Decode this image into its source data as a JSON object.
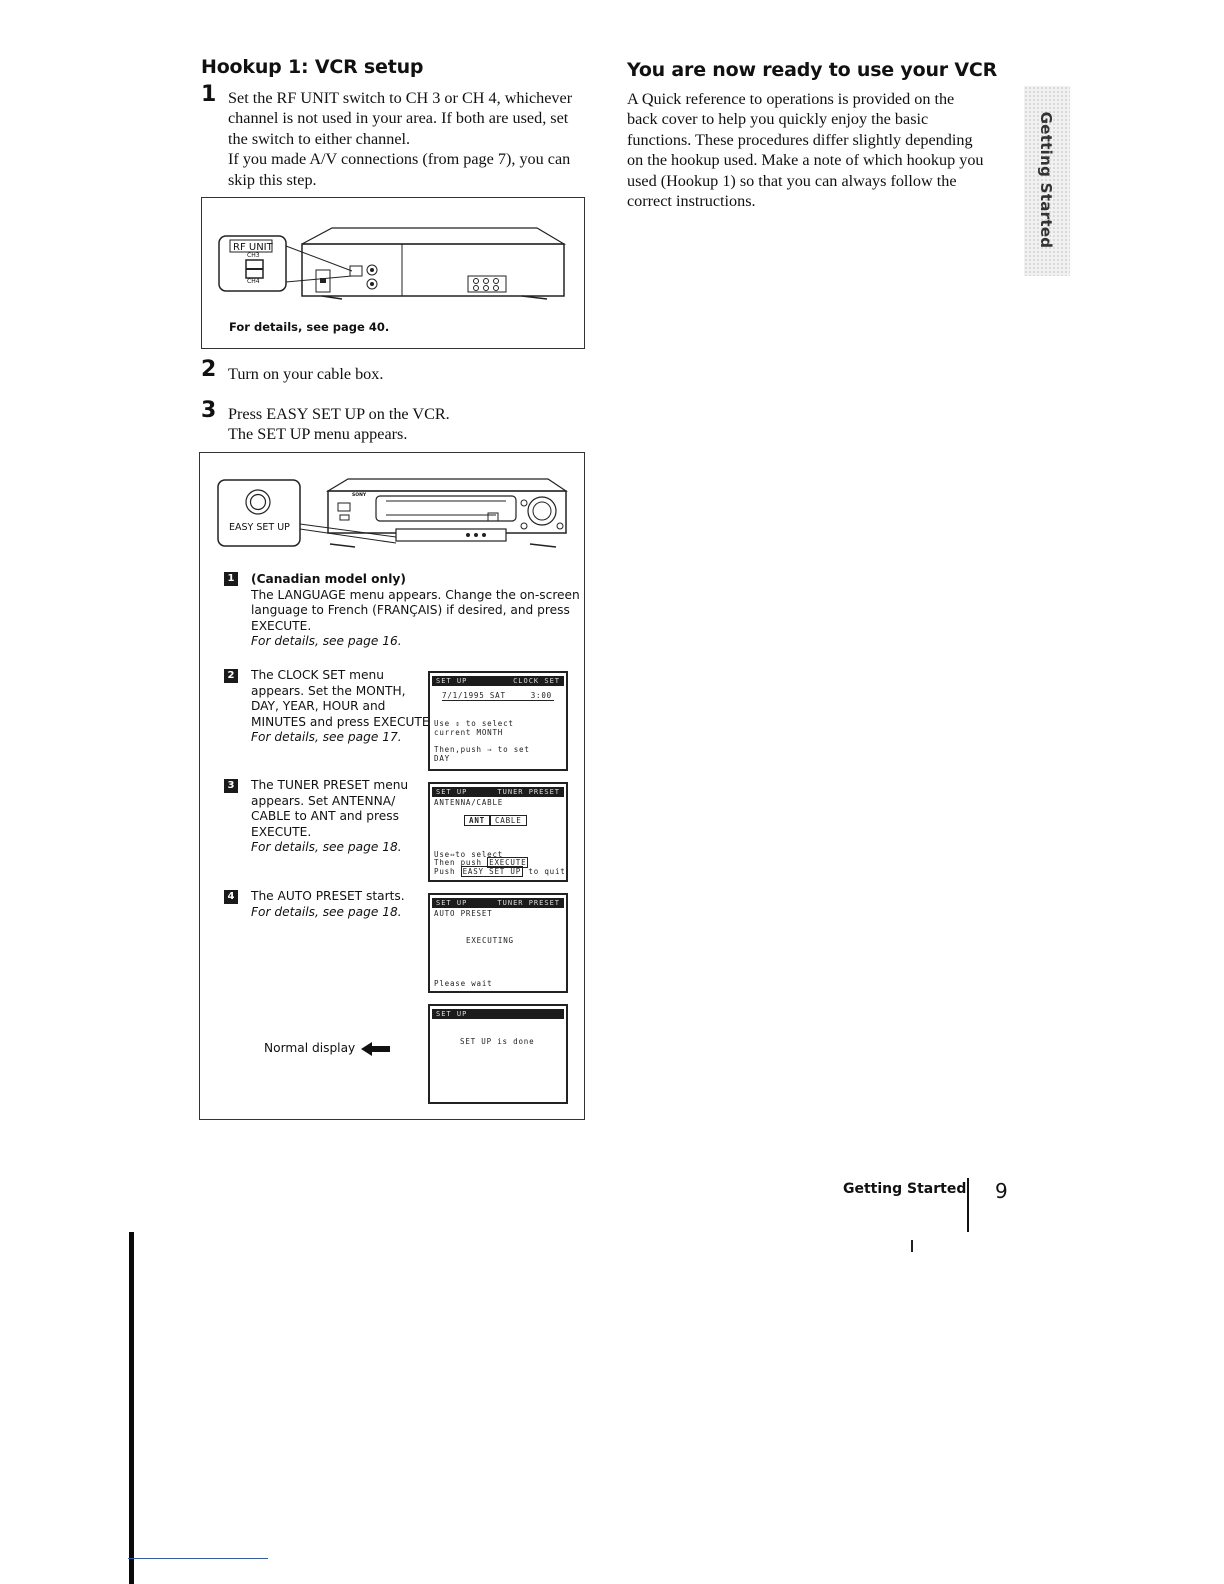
{
  "left_column": {
    "heading": "Hookup 1: VCR setup",
    "step1": {
      "number": "1",
      "lines": [
        "Set the RF UNIT switch to CH 3 or CH 4, whichever",
        "channel is not used in your area. If both are used, set",
        "the switch to either channel.",
        "If you made A/V connections (from page 7), you can",
        "skip this step."
      ],
      "figure": {
        "rf_unit_label": "RF UNIT",
        "ch3_label": "CH3",
        "ch4_label": "CH4",
        "caption": "For details, see page 40."
      }
    },
    "step2": {
      "number": "2",
      "text": "Turn on your cable box."
    },
    "step3": {
      "number": "3",
      "line1": "Press EASY SET UP on the VCR.",
      "line2": "The SET UP menu appears.",
      "figure": {
        "button_label": "EASY SET UP",
        "brand": "SONY",
        "substeps": [
          {
            "num": "1",
            "lines": [
              "(Canadian model only)",
              "The LANGUAGE menu appears. Change the on-screen",
              "language to French (FRANÇAIS) if desired, and press",
              "EXECUTE."
            ],
            "details": "For details, see page 16."
          },
          {
            "num": "2",
            "lines": [
              "The CLOCK SET menu",
              "appears. Set the MONTH,",
              "DAY, YEAR, HOUR and",
              "MINUTES and press EXECUTE."
            ],
            "details": "For details, see page 17."
          },
          {
            "num": "3",
            "lines": [
              "The TUNER PRESET menu",
              "appears. Set ANTENNA/",
              "CABLE to ANT and press",
              "EXECUTE."
            ],
            "details": "For details, see page 18."
          },
          {
            "num": "4",
            "lines": [
              "The AUTO PRESET starts."
            ],
            "details": "For details, see page 18."
          }
        ],
        "normal_display": "Normal display",
        "screens": {
          "clock": {
            "bar_left": "SET UP",
            "bar_right": "CLOCK SET",
            "date": "7/1/1995 SAT",
            "time": "3:00",
            "l1": "Use ⇕ to select",
            "l2": "current MONTH",
            "l3": "Then,push ⇒ to set",
            "l4": "DAY"
          },
          "tuner": {
            "bar_left": "SET UP",
            "bar_right": "TUNER PRESET",
            "heading": "ANTENNA/CABLE",
            "opt1": "ANT",
            "opt2": "CABLE",
            "l1": "Use⇔to select",
            "l2a": "Then push",
            "l2b": "EXECUTE",
            "l3a": "Push",
            "l3b": "EASY SET UP",
            "l3c": "to quit"
          },
          "auto": {
            "bar_left": "SET UP",
            "bar_right": "TUNER PRESET",
            "heading": "AUTO PRESET",
            "status": "EXECUTING",
            "footer": "Please wait"
          },
          "done": {
            "bar_left": "SET UP",
            "message": "SET UP is done"
          }
        }
      }
    }
  },
  "right_column": {
    "heading": "You are now ready to use your VCR",
    "lines": [
      "A Quick reference to operations is provided on the",
      "back cover to help you quickly enjoy the basic",
      "functions. These procedures differ slightly depending",
      "on the hookup used. Make a note of which hookup you",
      "used (Hookup 1) so that you can always follow the",
      "correct instructions."
    ]
  },
  "side_tab": {
    "text": "Getting Started"
  },
  "footer": {
    "section": "Getting Started",
    "page": "9"
  }
}
